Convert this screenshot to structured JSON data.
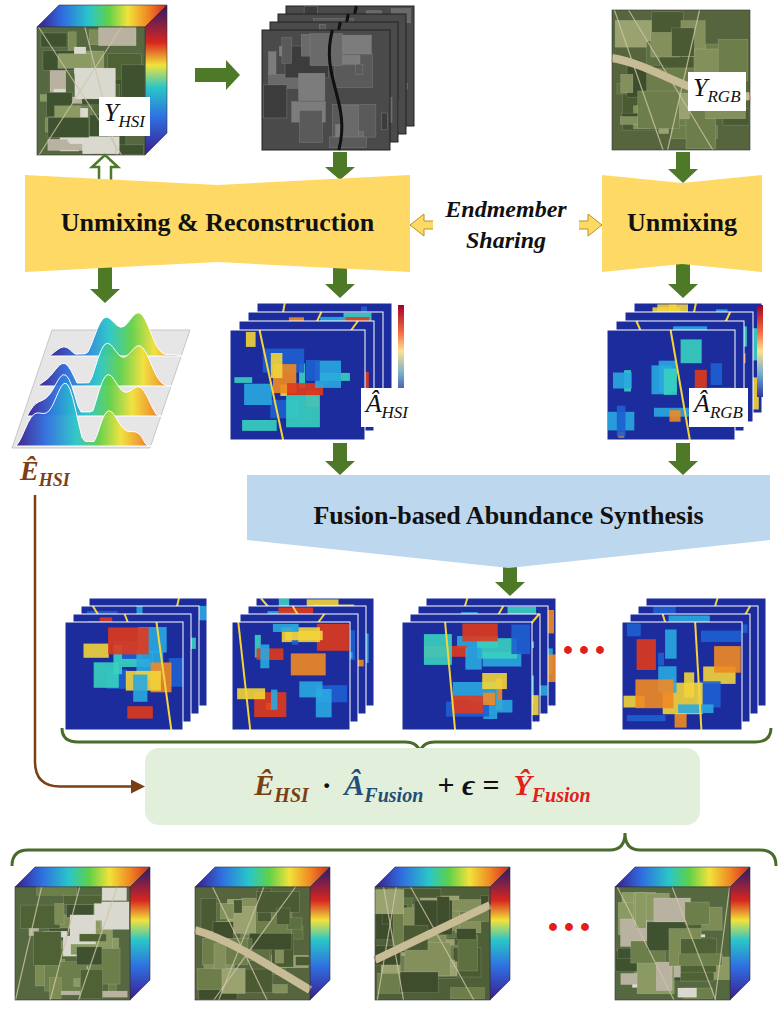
{
  "diagram": {
    "nodes": [
      {
        "text": [
          "Y",
          "HSI"
        ]
      },
      {
        "text": [
          "Y",
          "RGB"
        ]
      },
      {
        "text": [
          "Unmixing & Reconstruction"
        ]
      },
      {
        "text": [
          "Unmixing"
        ]
      },
      {
        "text": [
          "Â",
          "HSI"
        ]
      },
      {
        "text": [
          "Â",
          "RGB"
        ]
      },
      {
        "text": [
          "Ê",
          "HSI"
        ]
      },
      {
        "text": [
          "Fusion-based Abundance Synthesis"
        ]
      },
      {
        "text": [
          "Ê",
          "HSI",
          "·",
          "Â",
          "Fusion",
          "+ ϵ =",
          "Ŷ",
          "Fusion"
        ]
      }
    ],
    "edges": [
      {
        "from": 2,
        "to": 0,
        "arrow": "to"
      },
      {
        "from": 1,
        "to": 3,
        "arrow": "to"
      },
      {
        "from": 2,
        "to": 3,
        "label": "Endmember Sharing",
        "arrow": "both"
      },
      {
        "from": 2,
        "to": 6,
        "arrow": "to"
      },
      {
        "from": 2,
        "to": 4,
        "arrow": "to"
      },
      {
        "from": 3,
        "to": 5,
        "arrow": "to"
      },
      {
        "from": 4,
        "to": 7,
        "arrow": "to"
      },
      {
        "from": 5,
        "to": 7,
        "arrow": "to"
      },
      {
        "from": 6,
        "to": 8,
        "arrow": "to"
      }
    ],
    "labels": [
      "···",
      "···"
    ]
  }
}
